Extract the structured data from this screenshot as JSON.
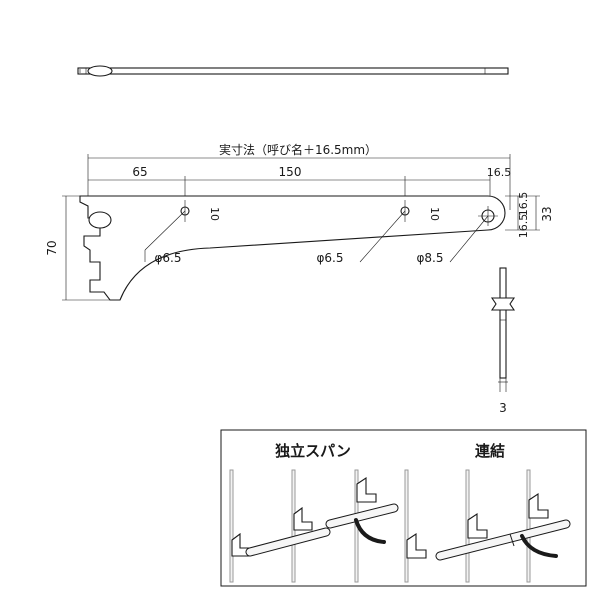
{
  "dimensions": {
    "total": "実寸法（呼び名＋16.5mm）",
    "left": "65",
    "middle": "150",
    "right": "16.5",
    "height": "70",
    "hole_offset_1": "10",
    "hole_offset_2": "10",
    "end_top": "16.5",
    "end_bottom": "16.5",
    "end_total": "33",
    "thickness": "3"
  },
  "holes": {
    "hole_1": "φ6.5",
    "hole_2": "φ6.5",
    "hole_3": "φ8.5"
  },
  "usage": {
    "independent_label": "独立スパン",
    "connected_label": "連結"
  }
}
